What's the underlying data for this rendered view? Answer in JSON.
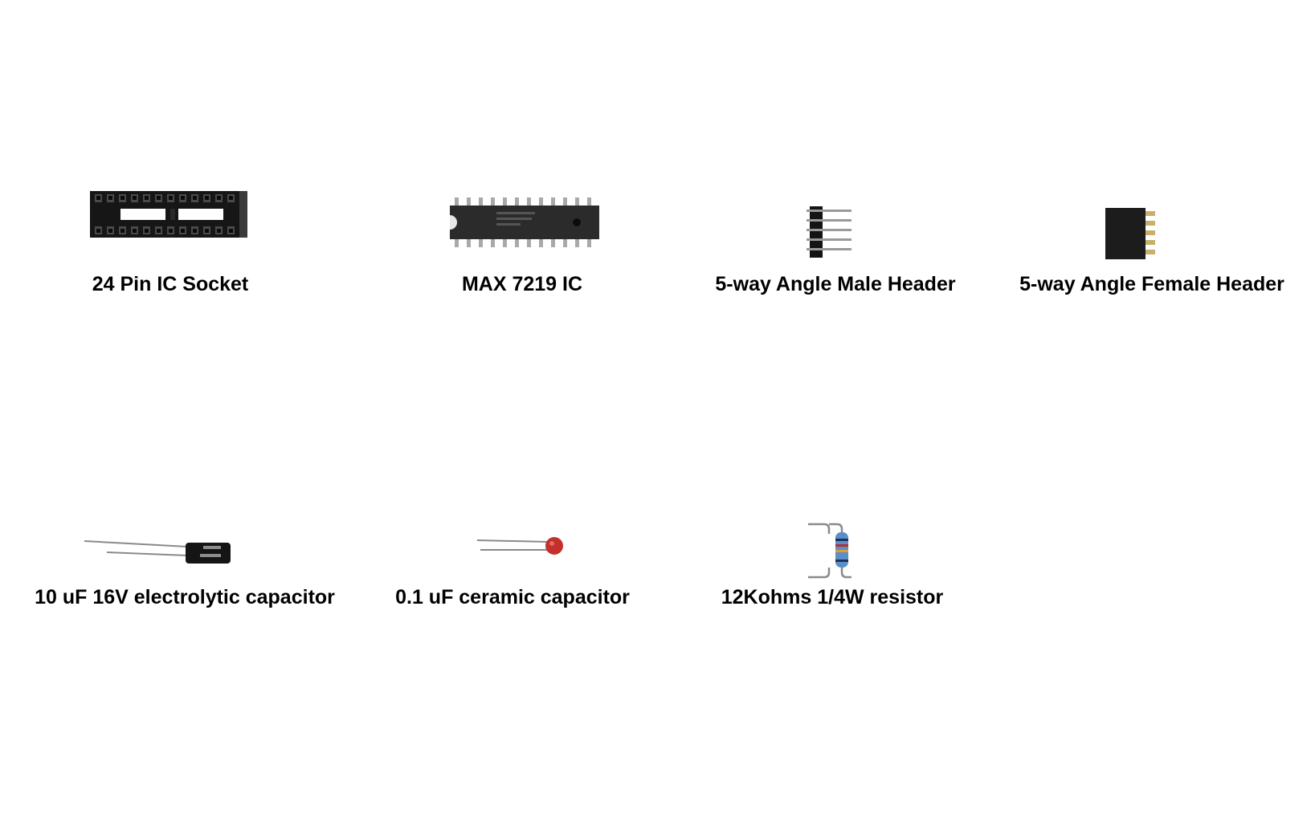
{
  "components": [
    {
      "id": "ic-socket",
      "label": "24 Pin IC Socket",
      "icon": "ic-socket-icon"
    },
    {
      "id": "max7219",
      "label": "MAX 7219 IC",
      "icon": "dip-ic-icon"
    },
    {
      "id": "male-header",
      "label": "5-way Angle Male Header",
      "icon": "male-header-icon"
    },
    {
      "id": "female-header",
      "label": "5-way Angle Female Header",
      "icon": "female-header-icon"
    },
    {
      "id": "electrolytic",
      "label": "10 uF 16V electrolytic capacitor",
      "icon": "electrolytic-capacitor-icon"
    },
    {
      "id": "ceramic",
      "label": "0.1 uF ceramic capacitor",
      "icon": "ceramic-capacitor-icon"
    },
    {
      "id": "resistor",
      "label": "12Kohms 1/4W resistor",
      "icon": "resistor-icon"
    }
  ],
  "colors": {
    "ic_body": "#1a1a1a",
    "pin": "#a9a9a9",
    "ceramic_body": "#c4302b",
    "resistor_body": "#5b8fc7",
    "lead": "#8a8a8a"
  }
}
